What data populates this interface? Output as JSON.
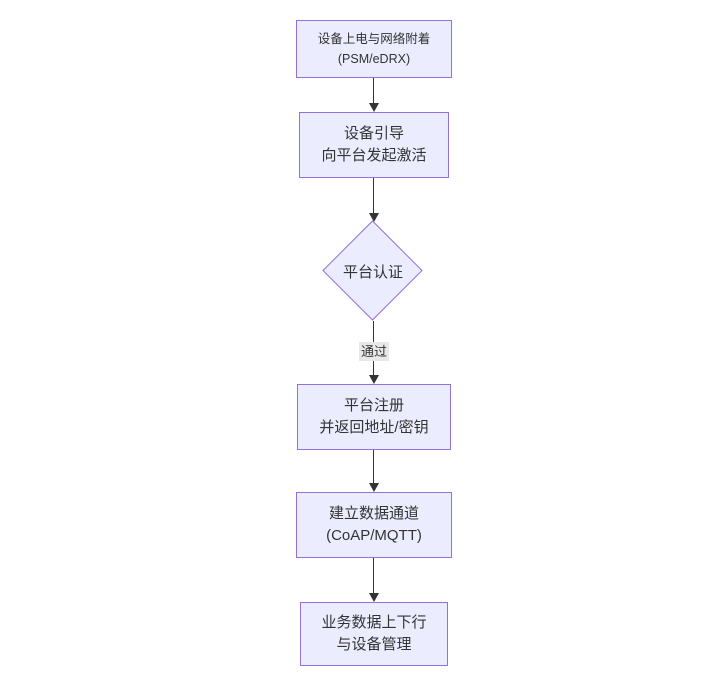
{
  "diagram": {
    "type": "flowchart-top-down",
    "nodes": {
      "power_attach": {
        "lines": [
          "设备上电与网络附着",
          "(PSM/eDRX)"
        ]
      },
      "bootstrap": {
        "lines": [
          "设备引导",
          "向平台发起激活"
        ]
      },
      "auth": {
        "label": "平台认证",
        "shape": "diamond"
      },
      "register": {
        "lines": [
          "平台注册",
          "并返回地址/密钥"
        ]
      },
      "channel": {
        "lines": [
          "建立数据通道",
          "(CoAP/MQTT)"
        ]
      },
      "business": {
        "lines": [
          "业务数据上下行",
          "与设备管理"
        ]
      }
    },
    "edges": {
      "auth_pass_label": "通过"
    },
    "colors": {
      "node_fill": "#ECECFF",
      "node_border": "#9370DB",
      "edge": "#333333",
      "edge_label_bg": "#e8e8e8",
      "text": "#333333",
      "background": "#ffffff"
    }
  }
}
